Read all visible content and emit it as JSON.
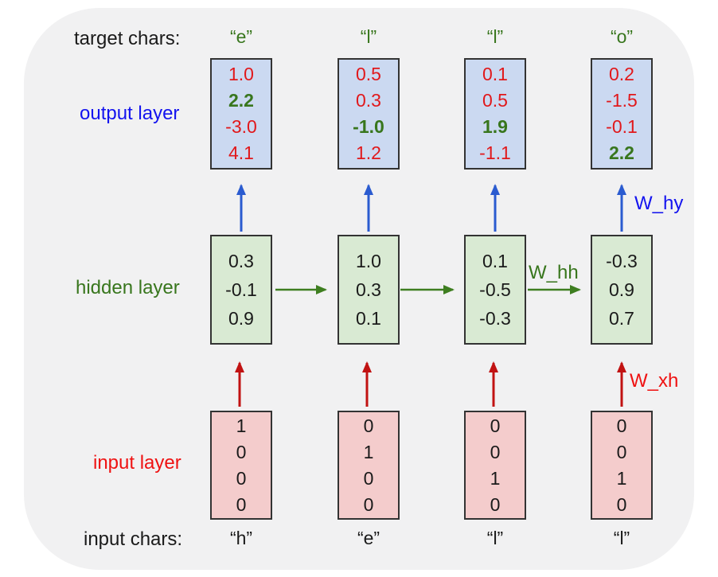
{
  "palette": {
    "card_bg": "#f1f1f2",
    "text_dark": "#1a1a1a",
    "label_blue": "#1313ef",
    "label_green": "#38761d",
    "label_red": "#ef1212",
    "arrow_blue": "#2a5bd0",
    "arrow_green": "#3e7e20",
    "arrow_red": "#c11212",
    "value_red": "#e1181b",
    "value_green": "#38761d",
    "output_box_bg": "#cbd9f1",
    "hidden_box_bg": "#d9ead3",
    "input_box_bg": "#f4cccc",
    "box_border": "#333333"
  },
  "labels": {
    "target_chars": "target chars:",
    "output_layer": "output layer",
    "hidden_layer": "hidden layer",
    "input_layer": "input layer",
    "input_chars": "input chars:",
    "w_hy": "W_hy",
    "w_hh": "W_hh",
    "w_xh": "W_xh"
  },
  "columns": [
    {
      "target_char": "“e”",
      "input_char": "“h”",
      "output": [
        {
          "text": "1.0",
          "emph": false
        },
        {
          "text": "2.2",
          "emph": true
        },
        {
          "text": "-3.0",
          "emph": false
        },
        {
          "text": "4.1",
          "emph": false
        }
      ],
      "hidden": [
        "0.3",
        "-0.1",
        "0.9"
      ],
      "input": [
        "1",
        "0",
        "0",
        "0"
      ]
    },
    {
      "target_char": "“l”",
      "input_char": "“e”",
      "output": [
        {
          "text": "0.5",
          "emph": false
        },
        {
          "text": "0.3",
          "emph": false
        },
        {
          "text": "-1.0",
          "emph": true
        },
        {
          "text": "1.2",
          "emph": false
        }
      ],
      "hidden": [
        "1.0",
        "0.3",
        "0.1"
      ],
      "input": [
        "0",
        "1",
        "0",
        "0"
      ]
    },
    {
      "target_char": "“l”",
      "input_char": "“l”",
      "output": [
        {
          "text": "0.1",
          "emph": false
        },
        {
          "text": "0.5",
          "emph": false
        },
        {
          "text": "1.9",
          "emph": true
        },
        {
          "text": "-1.1",
          "emph": false
        }
      ],
      "hidden": [
        "0.1",
        "-0.5",
        "-0.3"
      ],
      "input": [
        "0",
        "0",
        "1",
        "0"
      ]
    },
    {
      "target_char": "“o”",
      "input_char": "“l”",
      "output": [
        {
          "text": "0.2",
          "emph": false
        },
        {
          "text": "-1.5",
          "emph": false
        },
        {
          "text": "-0.1",
          "emph": false
        },
        {
          "text": "2.2",
          "emph": true
        }
      ],
      "hidden": [
        "-0.3",
        "0.9",
        "0.7"
      ],
      "input": [
        "0",
        "0",
        "1",
        "0"
      ]
    }
  ]
}
